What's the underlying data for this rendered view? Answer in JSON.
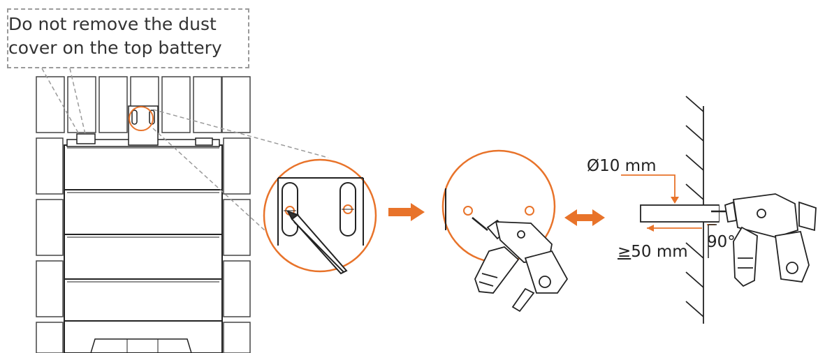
{
  "note": {
    "line1": "Do not remove the dust",
    "line2": "cover on the top battery"
  },
  "dimensions": {
    "hole_diameter": "Ø10 mm",
    "depth_prefix": "≥",
    "depth_value": "50 mm",
    "angle": "90°"
  },
  "colors": {
    "accent": "#e8732a",
    "line": "#333333",
    "dashed": "#9a9a9a"
  }
}
